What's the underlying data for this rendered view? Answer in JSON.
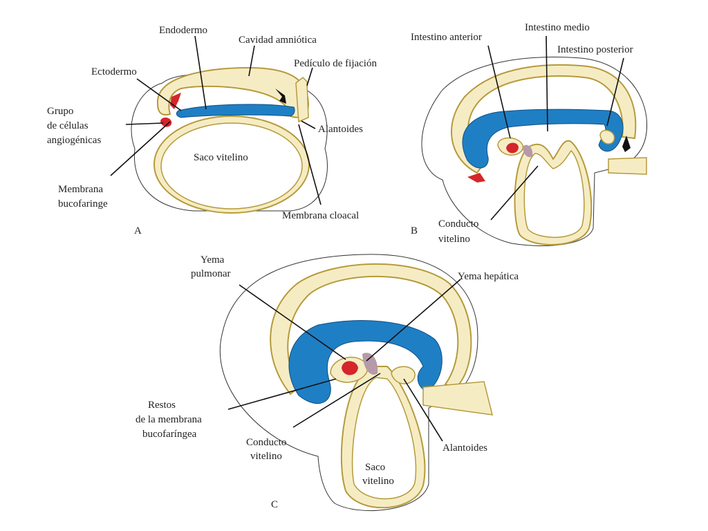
{
  "colors": {
    "endoderm_blue": "#1f7fc4",
    "tissue_cream": "#f6ecc4",
    "tissue_outline": "#b59a3a",
    "angiogenic_red": "#d4262b",
    "liver_purple": "#b69aa8",
    "arrow_black": "#111111"
  },
  "panel_a": {
    "letter": "A",
    "labels": {
      "endodermo": "Endodermo",
      "cavidad_amniotica": "Cavidad amniótica",
      "ectodermo": "Ectodermo",
      "pediculo": "Pedículo de fijación",
      "grupo_1": "Grupo",
      "grupo_2": "de células",
      "grupo_3": "angiogénicas",
      "alantoides": "Alantoides",
      "saco_vitelino": "Saco vitelino",
      "membrana_buco_1": "Membrana",
      "membrana_buco_2": "bucofaringe",
      "membrana_cloacal": "Membrana cloacal"
    }
  },
  "panel_b": {
    "letter": "B",
    "labels": {
      "intestino_anterior": "Intestino anterior",
      "intestino_medio": "Intestino medio",
      "intestino_posterior": "Intestino posterior",
      "conducto_1": "Conducto",
      "conducto_2": "vitelino"
    }
  },
  "panel_c": {
    "letter": "C",
    "labels": {
      "yema_pulmonar_1": "Yema",
      "yema_pulmonar_2": "pulmonar",
      "yema_hepatica": "Yema hepática",
      "restos_1": "Restos",
      "restos_2": "de la membrana",
      "restos_3": "bucofaríngea",
      "conducto_1": "Conducto",
      "conducto_2": "vitelino",
      "alantoides": "Alantoides",
      "saco_1": "Saco",
      "saco_2": "vitelino"
    }
  }
}
